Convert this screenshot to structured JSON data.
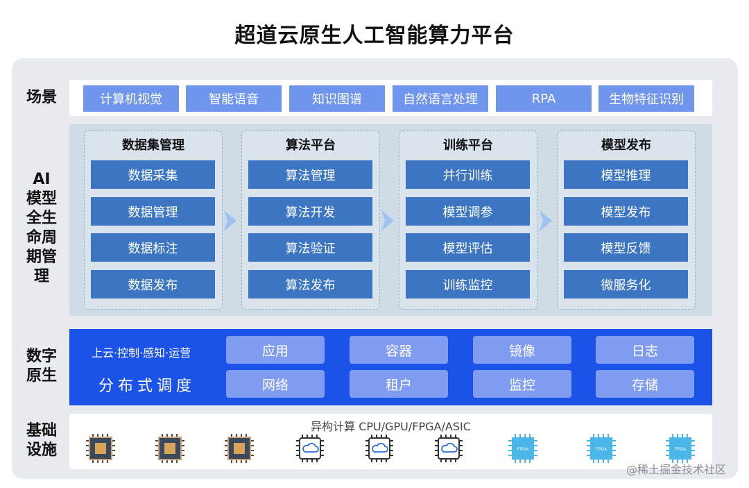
{
  "title": "超道云原生人工智能算力平台",
  "rows": {
    "scene": {
      "label": "场景",
      "items": [
        "计算机视觉",
        "智能语音",
        "知识图谱",
        "自然语言处理",
        "RPA",
        "生物特征识别"
      ]
    },
    "ai": {
      "label": "AI\n模型\n全生\n命周\n期管\n理",
      "stages": [
        {
          "title": "数据集管理",
          "items": [
            "数据采集",
            "数据管理",
            "数据标注",
            "数据发布"
          ]
        },
        {
          "title": "算法平台",
          "items": [
            "算法管理",
            "算法开发",
            "算法验证",
            "算法发布"
          ]
        },
        {
          "title": "训练平台",
          "items": [
            "并行训练",
            "模型调参",
            "模型评估",
            "训练监控"
          ]
        },
        {
          "title": "模型发布",
          "items": [
            "模型推理",
            "模型发布",
            "模型反馈",
            "微服务化"
          ]
        }
      ]
    },
    "digital": {
      "label": "数字\n原生",
      "left_line1": "上云·控制·感知·运营",
      "left_line2": "分布式调度",
      "buttons": [
        "应用",
        "容器",
        "镜像",
        "日志",
        "网络",
        "租户",
        "监控",
        "存储"
      ]
    },
    "infra": {
      "label": "基础\n设施",
      "caption": "异构计算 CPU/GPU/FPGA/ASIC",
      "chips": [
        {
          "type": "cpu-chip",
          "label": ""
        },
        {
          "type": "cpu-chip",
          "label": ""
        },
        {
          "type": "cpu-chip",
          "label": ""
        },
        {
          "type": "cloud-chip",
          "label": ""
        },
        {
          "type": "cloud-chip",
          "label": ""
        },
        {
          "type": "cloud-chip",
          "label": ""
        },
        {
          "type": "fpga-chip",
          "label": "FPGA"
        },
        {
          "type": "fpga-chip",
          "label": "FPGA"
        },
        {
          "type": "fpga-chip",
          "label": "FPGA"
        }
      ]
    }
  },
  "watermark": "@稀土掘金技术社区",
  "colors": {
    "scene_item": "#6f95ed",
    "stage_item": "#3c75c2",
    "digital_bg": "#1b52e8",
    "digital_button": "#7f9cf0",
    "fpga": "#4bb6e8"
  }
}
